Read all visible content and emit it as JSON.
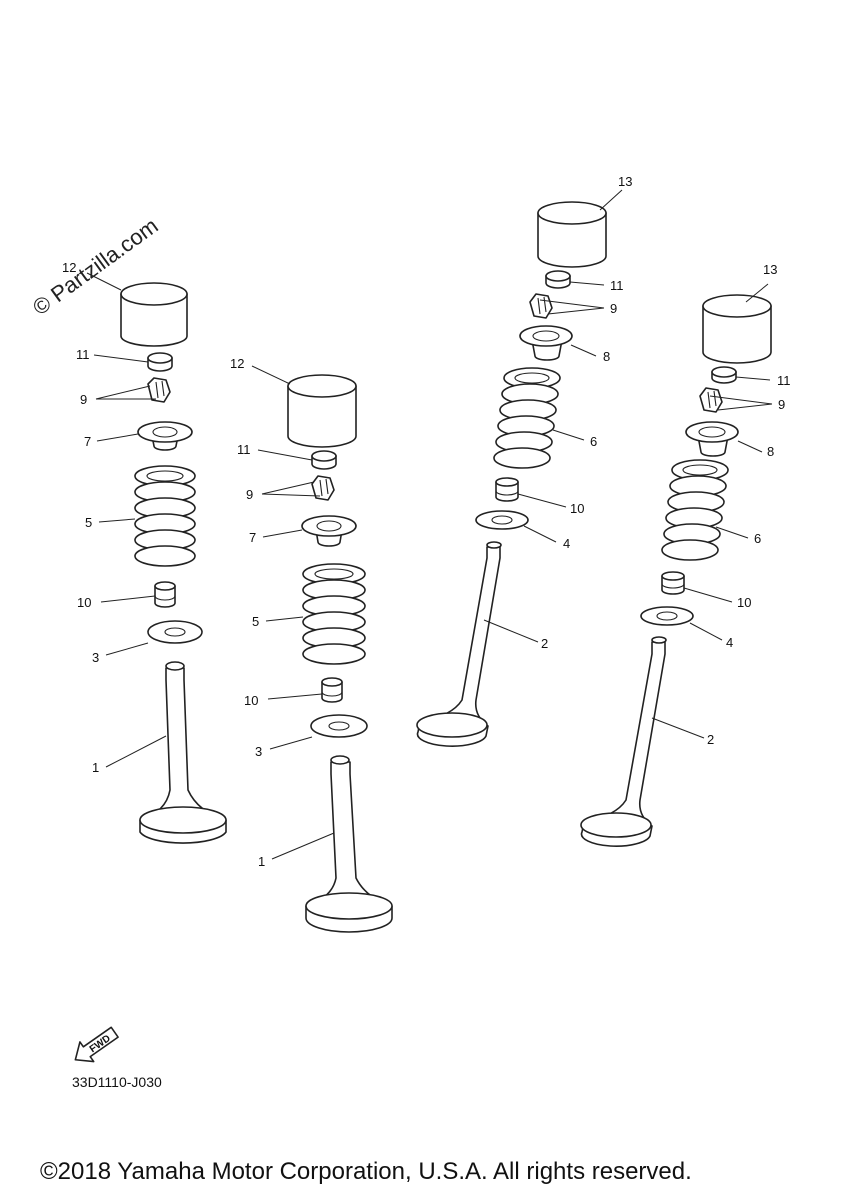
{
  "diagram": {
    "diagram_code": "33D1110-J030",
    "copyright": "©2018 Yamaha Motor Corporation, U.S.A. All rights reserved.",
    "watermark": "© Partzilla.com",
    "fwd_label": "FWD",
    "callouts": {
      "left_a": {
        "c12": "12",
        "c11": "11",
        "c9": "9",
        "c7": "7",
        "c5": "5",
        "c10": "10",
        "c3": "3",
        "c1": "1"
      },
      "left_b": {
        "c12": "12",
        "c11": "11",
        "c9": "9",
        "c7": "7",
        "c5": "5",
        "c10": "10",
        "c3": "3",
        "c1": "1"
      },
      "right_a": {
        "c13": "13",
        "c11": "11",
        "c9": "9",
        "c8": "8",
        "c6": "6",
        "c10": "10",
        "c4": "4",
        "c2": "2"
      },
      "right_b": {
        "c13": "13",
        "c11": "11",
        "c9": "9",
        "c8": "8",
        "c6": "6",
        "c10": "10",
        "c4": "4",
        "c2": "2"
      }
    }
  }
}
